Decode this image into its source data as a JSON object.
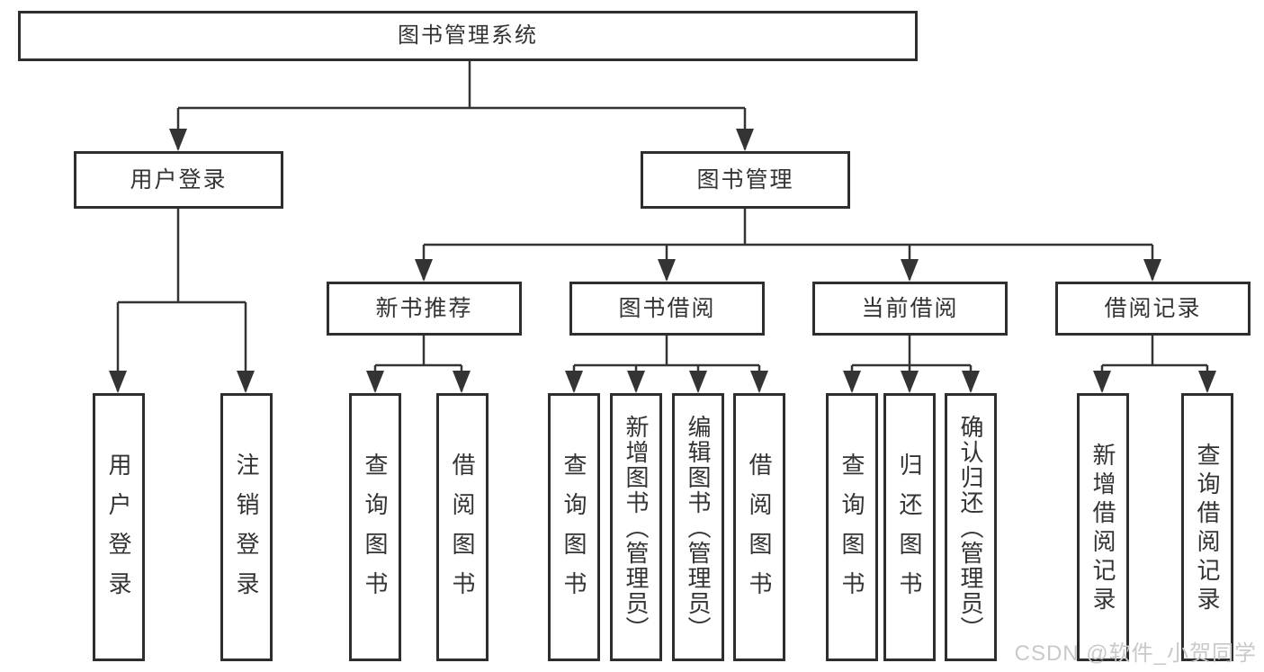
{
  "diagram": {
    "root": "图书管理系统",
    "level2": {
      "user_login": "用户登录",
      "book_management": "图书管理"
    },
    "level3": {
      "new_books": "新书推荐",
      "book_borrow": "图书借阅",
      "current_borrow": "当前借阅",
      "borrow_records": "借阅记录"
    },
    "leaves": {
      "user_login": "用户登录",
      "logout": "注销登录",
      "nb_query_books": "查询图书",
      "nb_borrow_books": "借阅图书",
      "bb_query_books": "查询图书",
      "bb_add_books": "新增图书（管理员）",
      "bb_edit_books": "编辑图书（管理员）",
      "bb_borrow_books": "借阅图书",
      "cb_query_books": "查询图书",
      "cb_return_books": "归还图书",
      "cb_confirm_return": "确认归还（管理员）",
      "br_add_record": "新增借阅记录",
      "br_query_record": "查询借阅记录"
    }
  },
  "watermark": "CSDN @软件_小贺同学",
  "colors": {
    "line": "#343434",
    "box_border": "#2e2e2e",
    "text": "#333333",
    "watermark": "#c9c9c9",
    "background": "#ffffff"
  }
}
